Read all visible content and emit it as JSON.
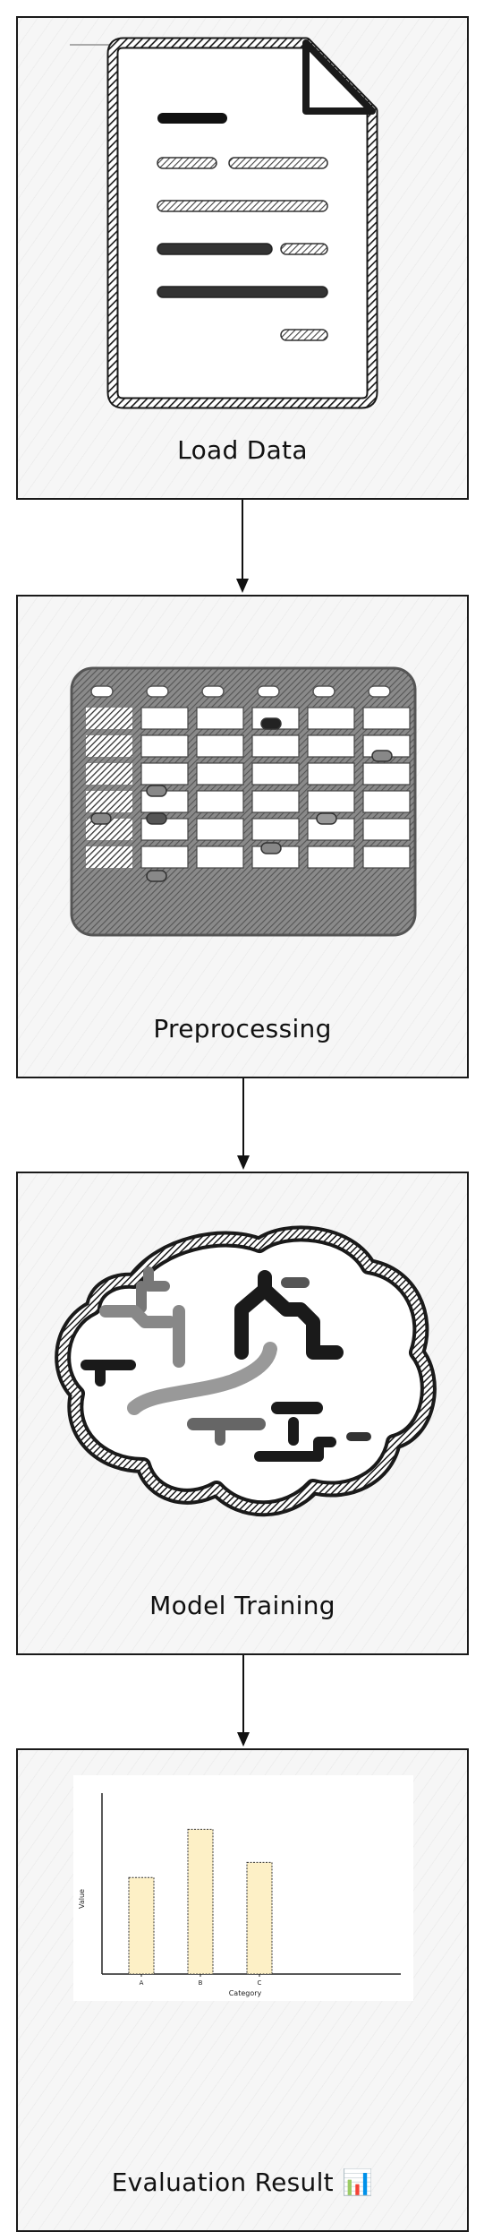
{
  "steps": [
    {
      "label": "Load Data",
      "icon": "document-icon"
    },
    {
      "label": "Preprocessing",
      "icon": "table-icon"
    },
    {
      "label": "Model Training",
      "icon": "brain-icon"
    },
    {
      "label": "Evaluation Result 📊",
      "icon": "bar-chart-icon"
    }
  ],
  "chart_data": {
    "type": "bar",
    "categories": [
      "A",
      "B",
      "C"
    ],
    "values": [
      3.2,
      4.8,
      3.7
    ],
    "title": "",
    "xlabel": "Category",
    "ylabel": "Value",
    "ylim": [
      0,
      6
    ],
    "bar_color": "#fdf0c6",
    "bar_stroke": "#333333"
  },
  "colors": {
    "card_background": "#f6f6f6",
    "stroke": "#1a1a1a"
  }
}
